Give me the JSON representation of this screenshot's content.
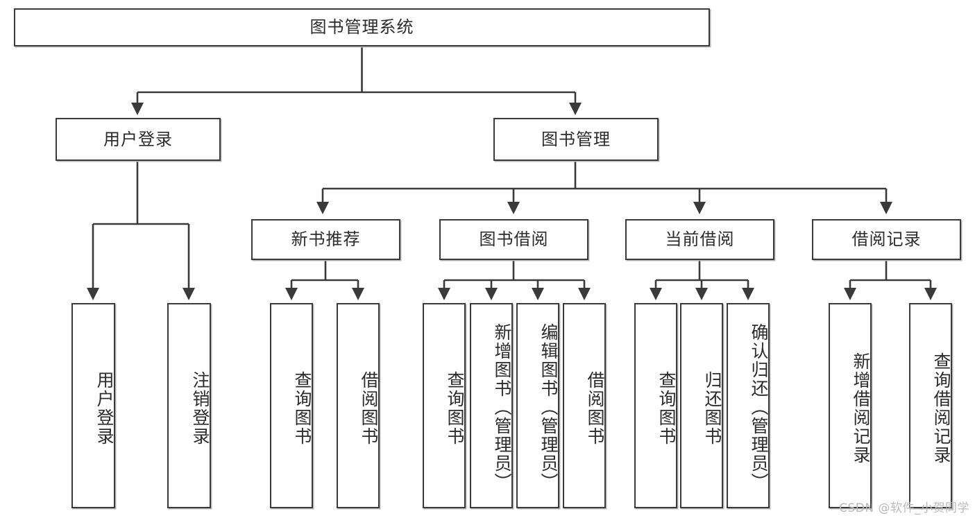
{
  "diagram": {
    "title": "图书管理系统",
    "type": "tree",
    "watermark": "CSDN @软件_小贺同学",
    "colors": {
      "box_border": "#3a3a3a",
      "box_fill": "#ffffff",
      "connector": "#3a3a3a",
      "text": "#2b2b2b",
      "watermark": "#b9b9b9"
    },
    "root": {
      "label": "图书管理系统"
    },
    "level2": [
      {
        "label": "用户登录"
      },
      {
        "label": "图书管理"
      }
    ],
    "level3": [
      {
        "label": "新书推荐"
      },
      {
        "label": "图书借阅"
      },
      {
        "label": "当前借阅"
      },
      {
        "label": "借阅记录"
      }
    ],
    "leaves": {
      "user_login": [
        {
          "label": "用户登录"
        },
        {
          "label": "注销登录"
        }
      ],
      "new_book_recommend": [
        {
          "label": "查询图书"
        },
        {
          "label": "借阅图书"
        }
      ],
      "book_borrow": [
        {
          "label": "查询图书"
        },
        {
          "label": "新增图书（管理员）"
        },
        {
          "label": "编辑图书（管理员）"
        },
        {
          "label": "借阅图书"
        }
      ],
      "current_borrow": [
        {
          "label": "查询图书"
        },
        {
          "label": "归还图书"
        },
        {
          "label": "确认归还（管理员）"
        }
      ],
      "borrow_record": [
        {
          "label": "新增借阅记录"
        },
        {
          "label": "查询借阅记录"
        }
      ]
    }
  }
}
